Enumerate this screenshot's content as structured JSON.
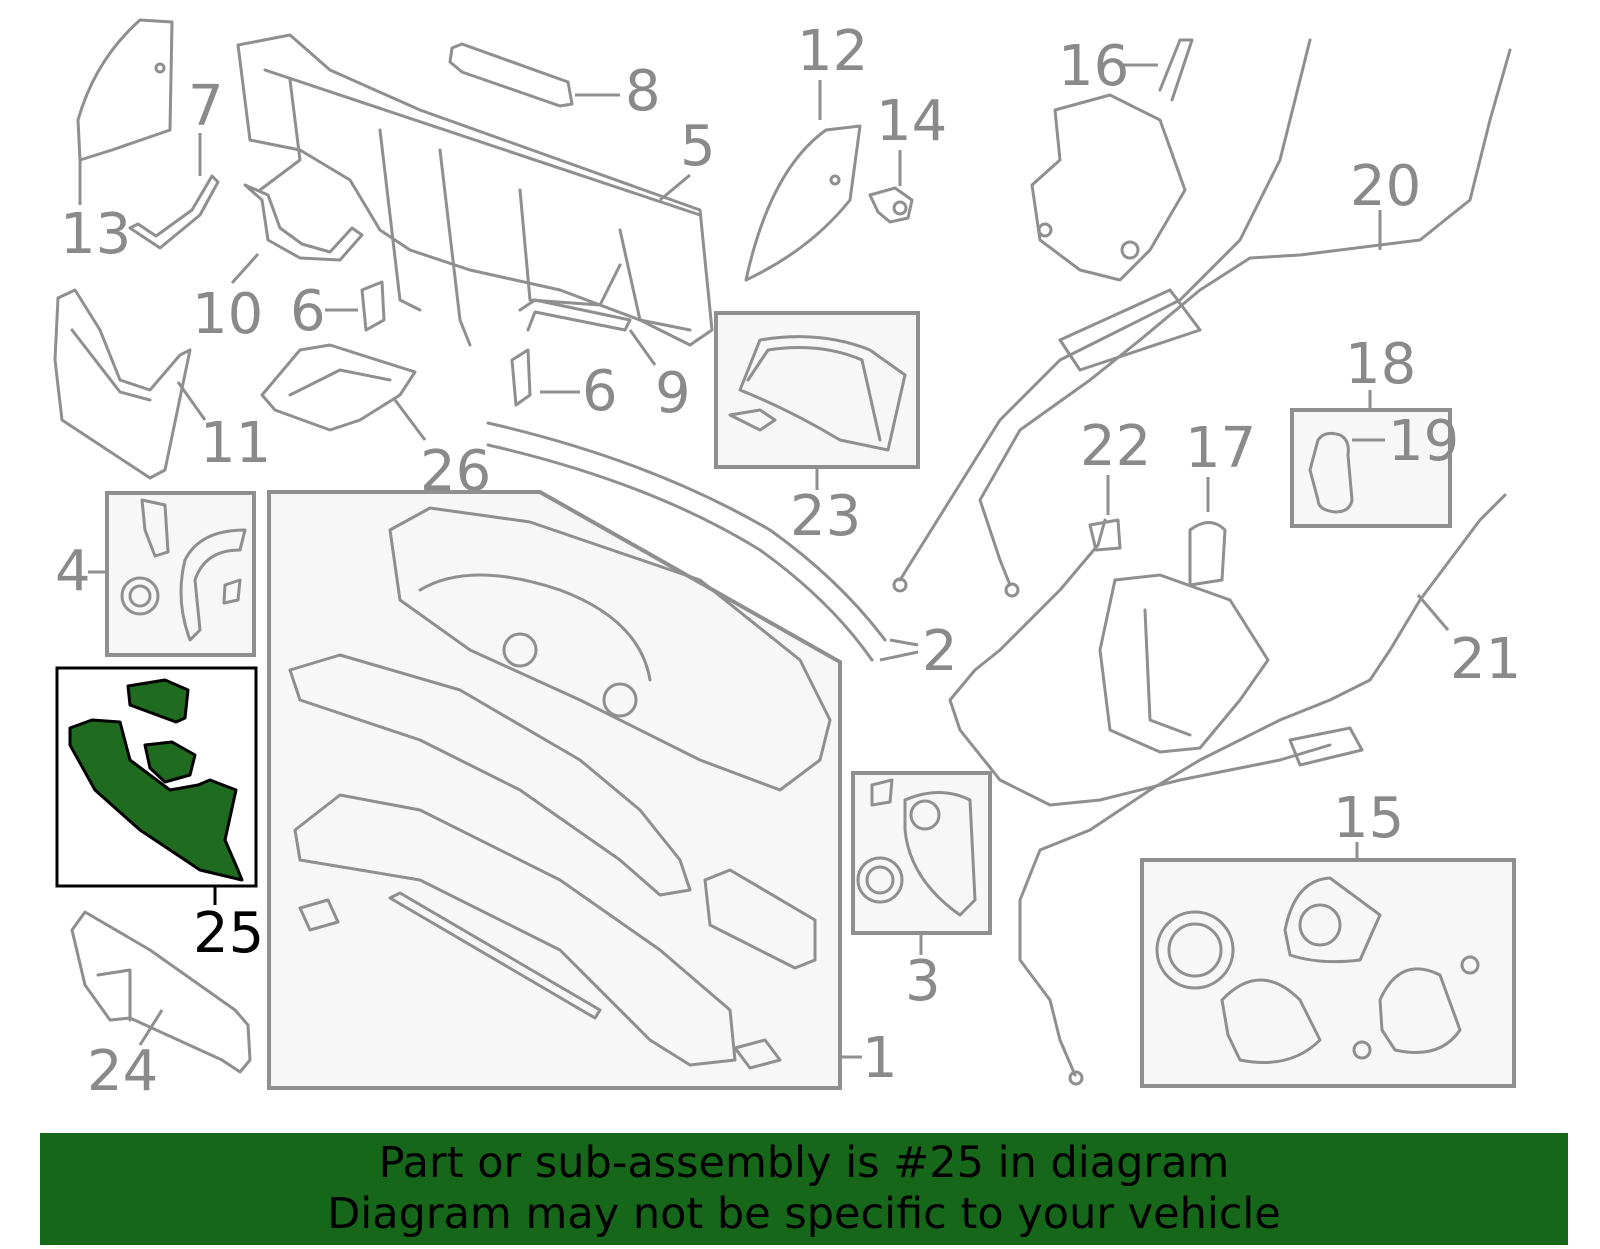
{
  "highlight_color": "#17671b",
  "highlighted_part": "25",
  "callouts": {
    "n1": "1",
    "n2": "2",
    "n3": "3",
    "n4": "4",
    "n5": "5",
    "n6a": "6",
    "n6b": "6",
    "n7": "7",
    "n8": "8",
    "n9": "9",
    "n10": "10",
    "n11": "11",
    "n12": "12",
    "n13": "13",
    "n14": "14",
    "n15": "15",
    "n16": "16",
    "n17": "17",
    "n18": "18",
    "n19": "19",
    "n20": "20",
    "n21": "21",
    "n22": "22",
    "n23": "23",
    "n24": "24",
    "n25": "25",
    "n26": "26"
  },
  "banner": {
    "line1": "Part or sub-assembly is #25 in diagram",
    "line2": "Diagram may not be specific to your vehicle"
  }
}
